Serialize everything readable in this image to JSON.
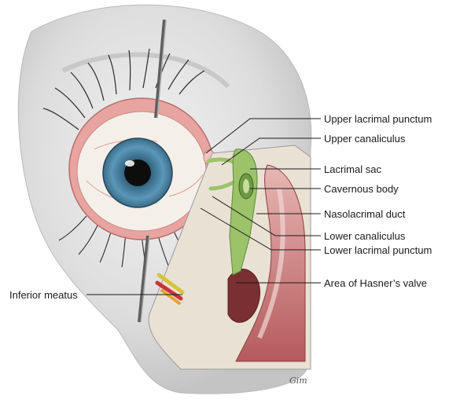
{
  "labels": {
    "upper_lacrimal_punctum": "Upper lacrimal punctum",
    "upper_canaliculus": "Upper canaliculus",
    "lacrimal_sac": "Lacrimal sac",
    "cavernous_body": "Cavernous body",
    "nasolacrimal_duct": "Nasolacrimal duct",
    "lower_canaliculus": "Lower canaliculus",
    "lower_lacrimal_punctum": "Lower lacrimal punctum",
    "area_of_hasners_valve": "Area of Hasner’s valve",
    "inferior_meatus": "Inferior meatus"
  },
  "signature": "Gim",
  "colors": {
    "iris": "#4e86a8",
    "sclera": "#f5efe9",
    "conjunctiva": "#e8a4a0",
    "lacrimal_system": "#9cc36a",
    "nasal_mucosa": "#c9686a",
    "retractor": "#6a6a6a"
  }
}
